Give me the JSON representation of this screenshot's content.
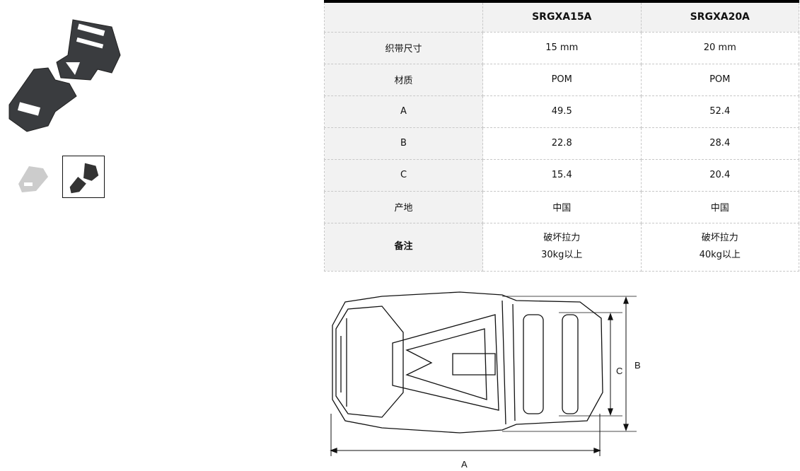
{
  "gallery": {
    "thumbnails": [
      "thumbnail-1",
      "thumbnail-2"
    ],
    "selected": 1
  },
  "table": {
    "headers": [
      "",
      "SRGXA15A",
      "SRGXA20A"
    ],
    "rows": [
      {
        "label": "织带尺寸",
        "values": [
          "15 mm",
          "20 mm"
        ]
      },
      {
        "label": "材质",
        "values": [
          "POM",
          "POM"
        ]
      },
      {
        "label": "A",
        "values": [
          "49.5",
          "52.4"
        ]
      },
      {
        "label": "B",
        "values": [
          "22.8",
          "28.4"
        ]
      },
      {
        "label": "C",
        "values": [
          "15.4",
          "20.4"
        ]
      },
      {
        "label": "产地",
        "values": [
          "中国",
          "中国"
        ]
      }
    ],
    "note": {
      "label": "备注",
      "values": [
        [
          "破坏拉力",
          "30kg以上"
        ],
        [
          "破坏拉力",
          "40kg以上"
        ]
      ]
    }
  },
  "drawing": {
    "dim_a": "A",
    "dim_b": "B",
    "dim_c": "C"
  }
}
